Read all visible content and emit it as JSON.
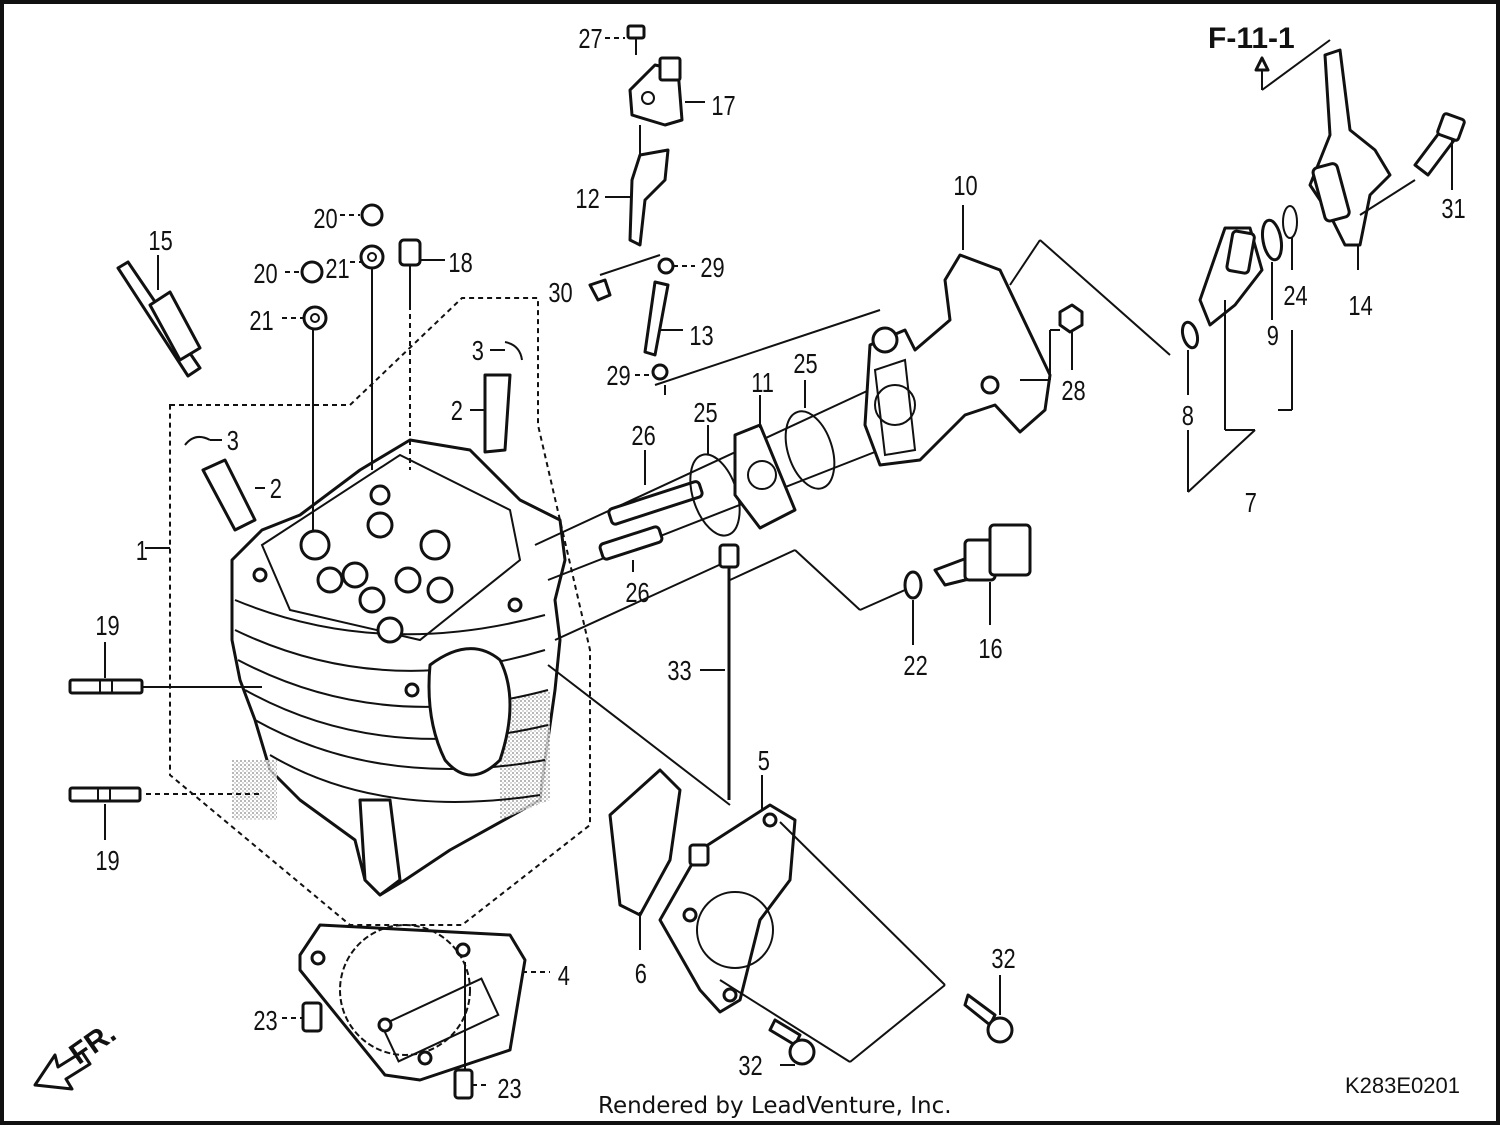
{
  "diagram": {
    "reference_id": "F-11-1",
    "drawing_code": "K283E0201",
    "direction_marker": "FR.",
    "credit": "Rendered by LeadVenture, Inc."
  },
  "callouts": [
    "1",
    "2",
    "2",
    "3",
    "3",
    "4",
    "5",
    "6",
    "7",
    "8",
    "9",
    "10",
    "11",
    "12",
    "13",
    "14",
    "15",
    "16",
    "17",
    "18",
    "19",
    "19",
    "20",
    "20",
    "21",
    "21",
    "22",
    "23",
    "23",
    "24",
    "25",
    "25",
    "26",
    "26",
    "27",
    "28",
    "29",
    "29",
    "30",
    "31",
    "32",
    "32",
    "33"
  ]
}
